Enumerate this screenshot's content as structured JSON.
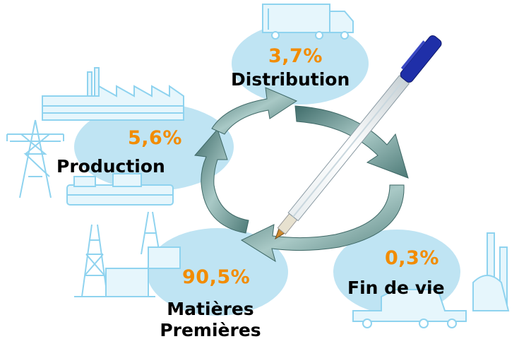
{
  "colors": {
    "accent": "#f28c00",
    "bubble": "#bfe4f3",
    "line_art": "#8fd3ef",
    "arrow": "#6f9c99",
    "pen_cap": "#1f2fa8"
  },
  "stages": {
    "distribution": {
      "percent": "3,7%",
      "label": "Distribution",
      "icon": "truck-icon"
    },
    "production": {
      "percent": "5,6%",
      "label": "Production",
      "icon": "factory-icon"
    },
    "matieres": {
      "percent": "90,5%",
      "label_line1": "Matières",
      "label_line2": "Premières",
      "icon": "oil-derrick-icon"
    },
    "fin_de_vie": {
      "percent": "0,3%",
      "label": "Fin de vie",
      "icon": "incinerator-icon"
    }
  },
  "product_icon": "ballpoint-pen-icon",
  "cycle_icon": "cycle-arrows-icon"
}
